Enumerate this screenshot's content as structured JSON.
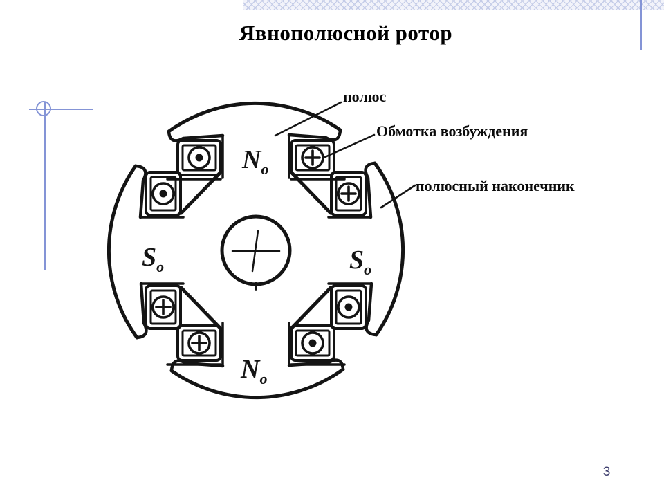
{
  "slide": {
    "title": "Явнополюсной ротор",
    "page_number": "3"
  },
  "callouts": {
    "pole": "полюс",
    "excitation_winding": "Обмотка возбуждения",
    "pole_tip": "полюсный наконечник"
  },
  "poles": {
    "top": {
      "letter": "N",
      "subscript": "o"
    },
    "right": {
      "letter": "S",
      "subscript": "o"
    },
    "bottom": {
      "letter": "N",
      "subscript": "o"
    },
    "left": {
      "letter": "S",
      "subscript": "o"
    }
  },
  "windings": {
    "top_left": "dot",
    "top_right": "cross",
    "right_top": "cross",
    "right_bottom": "dot",
    "bottom_left": "cross",
    "bottom_right": "dot",
    "left_top": "dot",
    "left_bottom": "cross"
  },
  "colors": {
    "ink": "#141414",
    "accent_line": "#8494d6",
    "band_pattern": "#c4cce8",
    "page_number": "#3b3b6b"
  }
}
